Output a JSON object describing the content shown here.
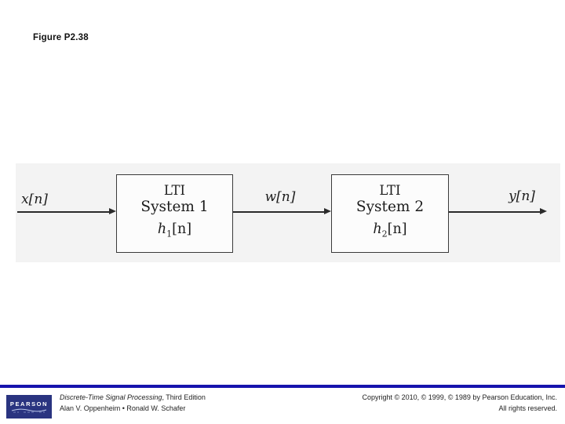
{
  "page": {
    "title": "Figure P2.38",
    "background": "#ffffff"
  },
  "diagram": {
    "type": "block-diagram",
    "background": "#f3f3f3",
    "signals": {
      "input": "x[n]",
      "intermediate": "w[n]",
      "output": "y[n]"
    },
    "blocks": [
      {
        "line1": "LTI",
        "line2": "System 1",
        "impulse_base": "h",
        "impulse_sub": "1",
        "impulse_rest": "[n]"
      },
      {
        "line1": "LTI",
        "line2": "System 2",
        "impulse_base": "h",
        "impulse_sub": "2",
        "impulse_rest": "[n]"
      }
    ],
    "flow": "x[n] -> LTI System 1 (h1[n]) -> w[n] -> LTI System 2 (h2[n]) -> y[n]"
  },
  "footer": {
    "logo_text": "PEARSON",
    "book_title_italic": "Discrete-Time Signal Processing",
    "book_title_rest": ", Third Edition",
    "authors": "Alan V. Oppenheim • Ronald W. Schafer",
    "copyright_line1": "Copyright © 2010, © 1999, © 1989 by Pearson Education, Inc.",
    "copyright_line2": "All rights reserved.",
    "colors": {
      "rule": "#1613ad",
      "logo_bg": "#2a3480",
      "logo_text": "#ffffff"
    }
  }
}
